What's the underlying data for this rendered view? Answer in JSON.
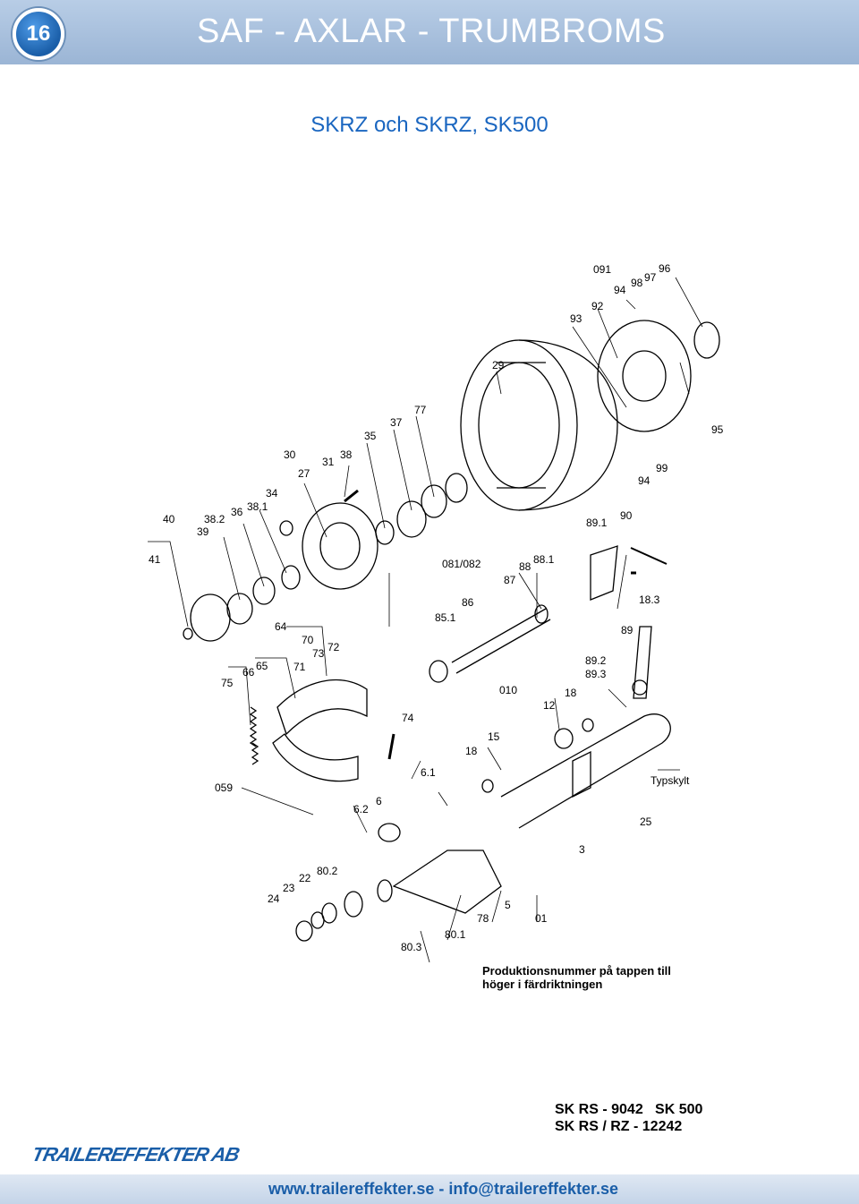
{
  "header": {
    "badge": "16",
    "title": "SAF - AXLAR - TRUMBROMS"
  },
  "subtitle": "SKRZ och SKRZ, SK500",
  "diagram_labels": [
    "091",
    "96",
    "97",
    "98",
    "94",
    "92",
    "93",
    "29",
    "95",
    "77",
    "37",
    "35",
    "30",
    "31",
    "38",
    "27",
    "34",
    "38.1",
    "36",
    "38.2",
    "39",
    "40",
    "99",
    "94",
    "90",
    "89.1",
    "41",
    "081/082",
    "88",
    "88.1",
    "87",
    "86",
    "85.1",
    "18.3",
    "64",
    "70",
    "72",
    "73",
    "65",
    "66",
    "71",
    "75",
    "89",
    "89.2",
    "89.3",
    "010",
    "18",
    "12",
    "74",
    "15",
    "18",
    "059",
    "6.1",
    "6.2",
    "6",
    "Typskylt",
    "25",
    "3",
    "22",
    "80.2",
    "23",
    "24",
    "5",
    "78",
    "01",
    "80.1",
    "80.3"
  ],
  "note": {
    "line1": "Produktionsnummer på tappen till",
    "line2": "höger i färdriktningen"
  },
  "codes": {
    "line1": "SK RS - 9042   SK 500",
    "line2": "SK RS / RZ - 12242"
  },
  "brand": "TRAILEREFFEKTER AB",
  "footer": {
    "contact": "www.trailereffekter.se - info@trailereffekter.se"
  },
  "colors": {
    "header": "#9bb5d5",
    "accent": "#1a66c0",
    "badge": "#1a5ea8"
  }
}
